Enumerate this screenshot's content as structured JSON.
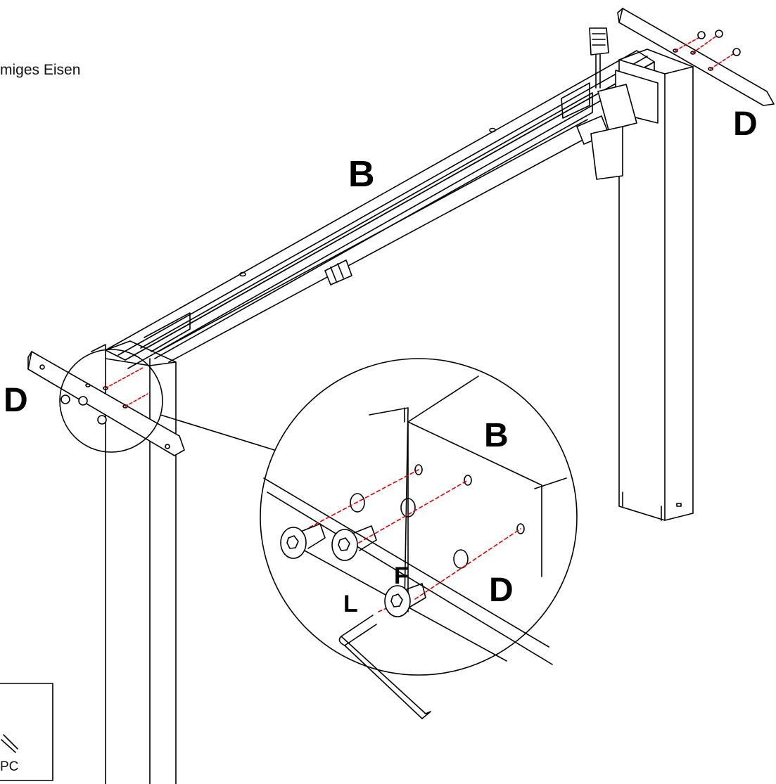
{
  "caption": "miges Eisen",
  "labels": {
    "beam": "B",
    "beam_detail": "B",
    "bracket_left": "D",
    "bracket_right": "D",
    "bracket_detail": "D",
    "screw": "F",
    "wrench": "L"
  },
  "inset_box": {
    "text": "PC"
  },
  "colors": {
    "line": "#000000",
    "guide": "#e00000",
    "background": "#ffffff"
  }
}
